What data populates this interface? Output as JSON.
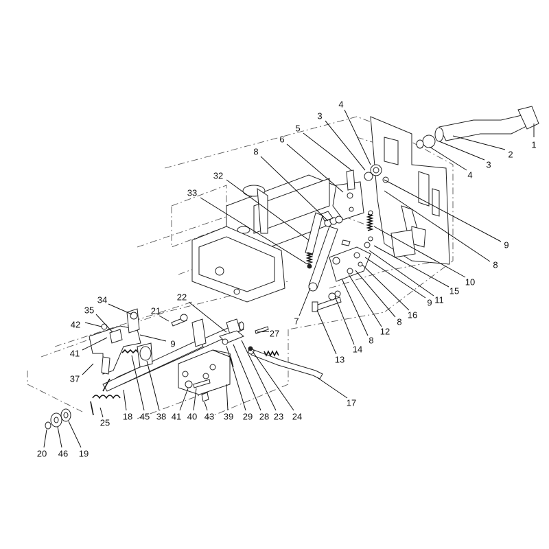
{
  "diagram": {
    "title": "",
    "callouts": [
      {
        "id": "c-1",
        "label": "1"
      },
      {
        "id": "c-2",
        "label": "2"
      },
      {
        "id": "c-3a",
        "label": "3"
      },
      {
        "id": "c-4a",
        "label": "4"
      },
      {
        "id": "c-3b",
        "label": "3"
      },
      {
        "id": "c-4b",
        "label": "4"
      },
      {
        "id": "c-5",
        "label": "5"
      },
      {
        "id": "c-6",
        "label": "6"
      },
      {
        "id": "c-8a",
        "label": "8"
      },
      {
        "id": "c-32",
        "label": "32"
      },
      {
        "id": "c-33",
        "label": "33"
      },
      {
        "id": "c-9a",
        "label": "9"
      },
      {
        "id": "c-8b",
        "label": "8"
      },
      {
        "id": "c-10",
        "label": "10"
      },
      {
        "id": "c-15",
        "label": "15"
      },
      {
        "id": "c-11",
        "label": "11"
      },
      {
        "id": "c-9b",
        "label": "9"
      },
      {
        "id": "c-16",
        "label": "16"
      },
      {
        "id": "c-8c",
        "label": "8"
      },
      {
        "id": "c-12",
        "label": "12"
      },
      {
        "id": "c-8d",
        "label": "8"
      },
      {
        "id": "c-14",
        "label": "14"
      },
      {
        "id": "c-13",
        "label": "13"
      },
      {
        "id": "c-7",
        "label": "7"
      },
      {
        "id": "c-17",
        "label": "17"
      },
      {
        "id": "c-27",
        "label": "27"
      },
      {
        "id": "c-22",
        "label": "22"
      },
      {
        "id": "c-21",
        "label": "21"
      },
      {
        "id": "c-34",
        "label": "34"
      },
      {
        "id": "c-35",
        "label": "35"
      },
      {
        "id": "c-42",
        "label": "42"
      },
      {
        "id": "c-9c",
        "label": "9"
      },
      {
        "id": "c-41a",
        "label": "41"
      },
      {
        "id": "c-37",
        "label": "37"
      },
      {
        "id": "c-25",
        "label": "25"
      },
      {
        "id": "c-18",
        "label": "18"
      },
      {
        "id": "c-45",
        "label": "45"
      },
      {
        "id": "c-38",
        "label": "38"
      },
      {
        "id": "c-41b",
        "label": "41"
      },
      {
        "id": "c-40",
        "label": "40"
      },
      {
        "id": "c-43",
        "label": "43"
      },
      {
        "id": "c-39",
        "label": "39"
      },
      {
        "id": "c-29",
        "label": "29"
      },
      {
        "id": "c-28",
        "label": "28"
      },
      {
        "id": "c-23",
        "label": "23"
      },
      {
        "id": "c-24",
        "label": "24"
      },
      {
        "id": "c-20",
        "label": "20"
      },
      {
        "id": "c-46",
        "label": "46"
      },
      {
        "id": "c-19",
        "label": "19"
      }
    ]
  }
}
